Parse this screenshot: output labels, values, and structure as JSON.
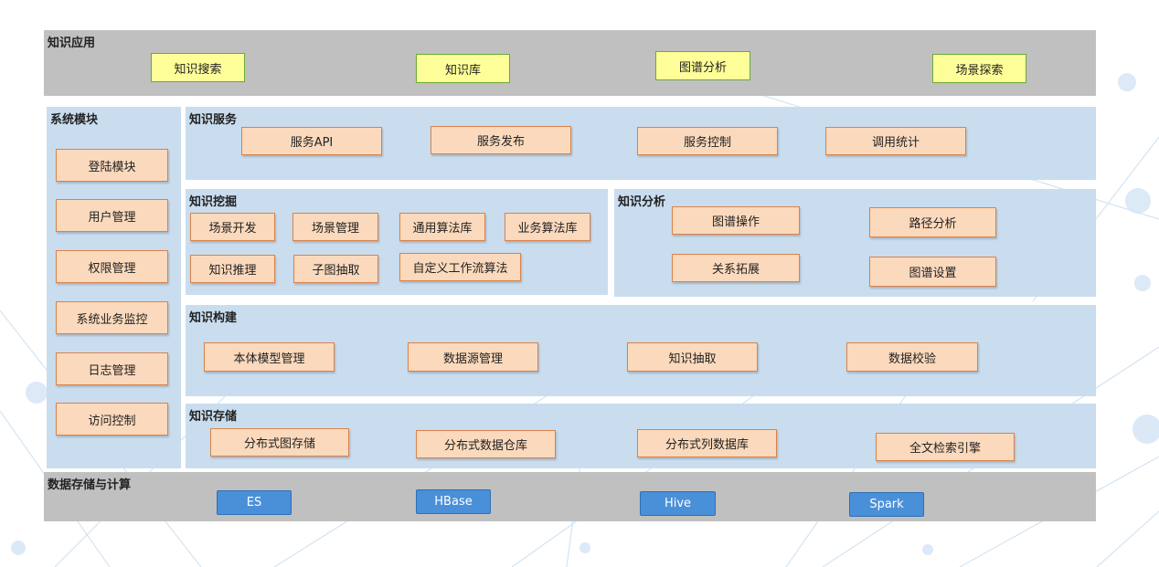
{
  "apps": {
    "title": "知识应用",
    "items": [
      "知识搜索",
      "知识库",
      "图谱分析",
      "场景探索"
    ]
  },
  "sys": {
    "title": "系统模块",
    "items": [
      "登陆模块",
      "用户管理",
      "权限管理",
      "系统业务监控",
      "日志管理",
      "访问控制"
    ]
  },
  "service": {
    "title": "知识服务",
    "items": [
      "服务API",
      "服务发布",
      "服务控制",
      "调用统计"
    ]
  },
  "mining": {
    "title": "知识挖掘",
    "items": [
      "场景开发",
      "场景管理",
      "通用算法库",
      "业务算法库",
      "知识推理",
      "子图抽取",
      "自定义工作流算法"
    ]
  },
  "analysis": {
    "title": "知识分析",
    "items": [
      "图谱操作",
      "路径分析",
      "关系拓展",
      "图谱设置"
    ]
  },
  "build": {
    "title": "知识构建",
    "items": [
      "本体模型管理",
      "数据源管理",
      "知识抽取",
      "数据校验"
    ]
  },
  "storage": {
    "title": "知识存储",
    "items": [
      "分布式图存储",
      "分布式数据仓库",
      "分布式列数据库",
      "全文检索引擎"
    ]
  },
  "compute": {
    "title": "数据存储与计算",
    "items": [
      "ES",
      "HBase",
      "Hive",
      "Spark"
    ]
  },
  "colors": {
    "gray": "#c0c0c0",
    "panel_blue": "#c9ddef",
    "yellow": "#ffff99",
    "orange": "#fbd9bc",
    "blue": "#4a90d9"
  }
}
